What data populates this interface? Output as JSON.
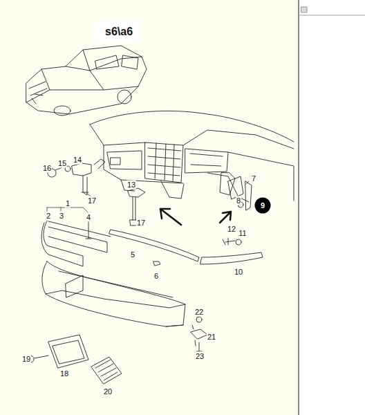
{
  "diagram": {
    "title": "s6\\a6",
    "nodes": [
      {
        "text": [
          "9"
        ]
      }
    ],
    "labels": [
      "16",
      "15",
      "14",
      "1",
      "17",
      "13",
      "17",
      "2",
      "3",
      "4",
      "5",
      "6",
      "7",
      "8",
      "11",
      "12",
      "10",
      "22",
      "21",
      "23",
      "19",
      "18",
      "20"
    ]
  }
}
